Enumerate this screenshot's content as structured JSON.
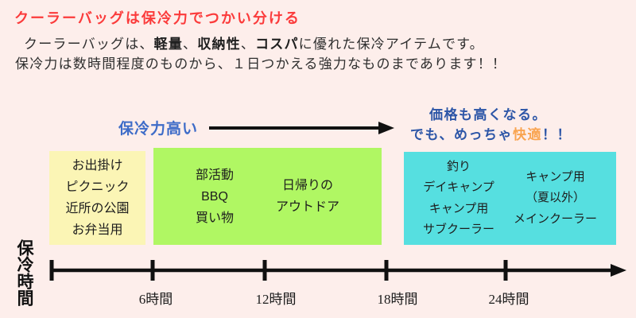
{
  "title": "クーラーバッグは保冷力でつかい分ける",
  "intro": {
    "line1_pre": "クーラーバッグは、",
    "bold1": "軽量",
    "sep1": "、",
    "bold2": "収納性",
    "sep2": "、",
    "bold3": "コスパ",
    "line1_post": "に優れた保冷アイテムです。",
    "line2": "保冷力は数時間程度のものから、１日つかえる強力なものまであります！！"
  },
  "arrow_label": "保冷力高い",
  "right_note": {
    "line1": "価格も高くなる。",
    "line2_pre": "でも、めっちゃ",
    "highlight": "快適",
    "line2_post": "！！"
  },
  "boxes": [
    {
      "name": "short-duration-uses",
      "color": "#fbf5b5",
      "groups": [
        [
          "お出掛け",
          "ピクニック",
          "近所の公園",
          "お弁当用"
        ]
      ]
    },
    {
      "name": "mid-duration-uses",
      "color": "#b0f763",
      "groups": [
        [
          "部活動",
          "BBQ",
          "買い物"
        ],
        [
          "日帰りの",
          "アウトドア"
        ]
      ]
    },
    {
      "name": "long-duration-uses",
      "color": "#56dfe0",
      "groups": [
        [
          "釣り",
          "デイキャンプ",
          "キャンプ用",
          "サブクーラー"
        ],
        [
          "キャンプ用",
          "（夏以外）",
          "メインクーラー"
        ]
      ]
    }
  ],
  "axis": {
    "label": "保冷時間",
    "ticks": [
      "6時間",
      "12時間",
      "18時間",
      "24時間"
    ]
  },
  "colors": {
    "background": "#fdeeeb",
    "title_red": "#fb3b3b",
    "label_blue": "#3e6cc8",
    "note_dark_blue": "#2d56a7",
    "highlight_orange": "#f9a450",
    "box_yellow": "#fbf5b5",
    "box_green": "#b0f763",
    "box_cyan": "#56dfe0",
    "arrow_black": "#111111"
  }
}
